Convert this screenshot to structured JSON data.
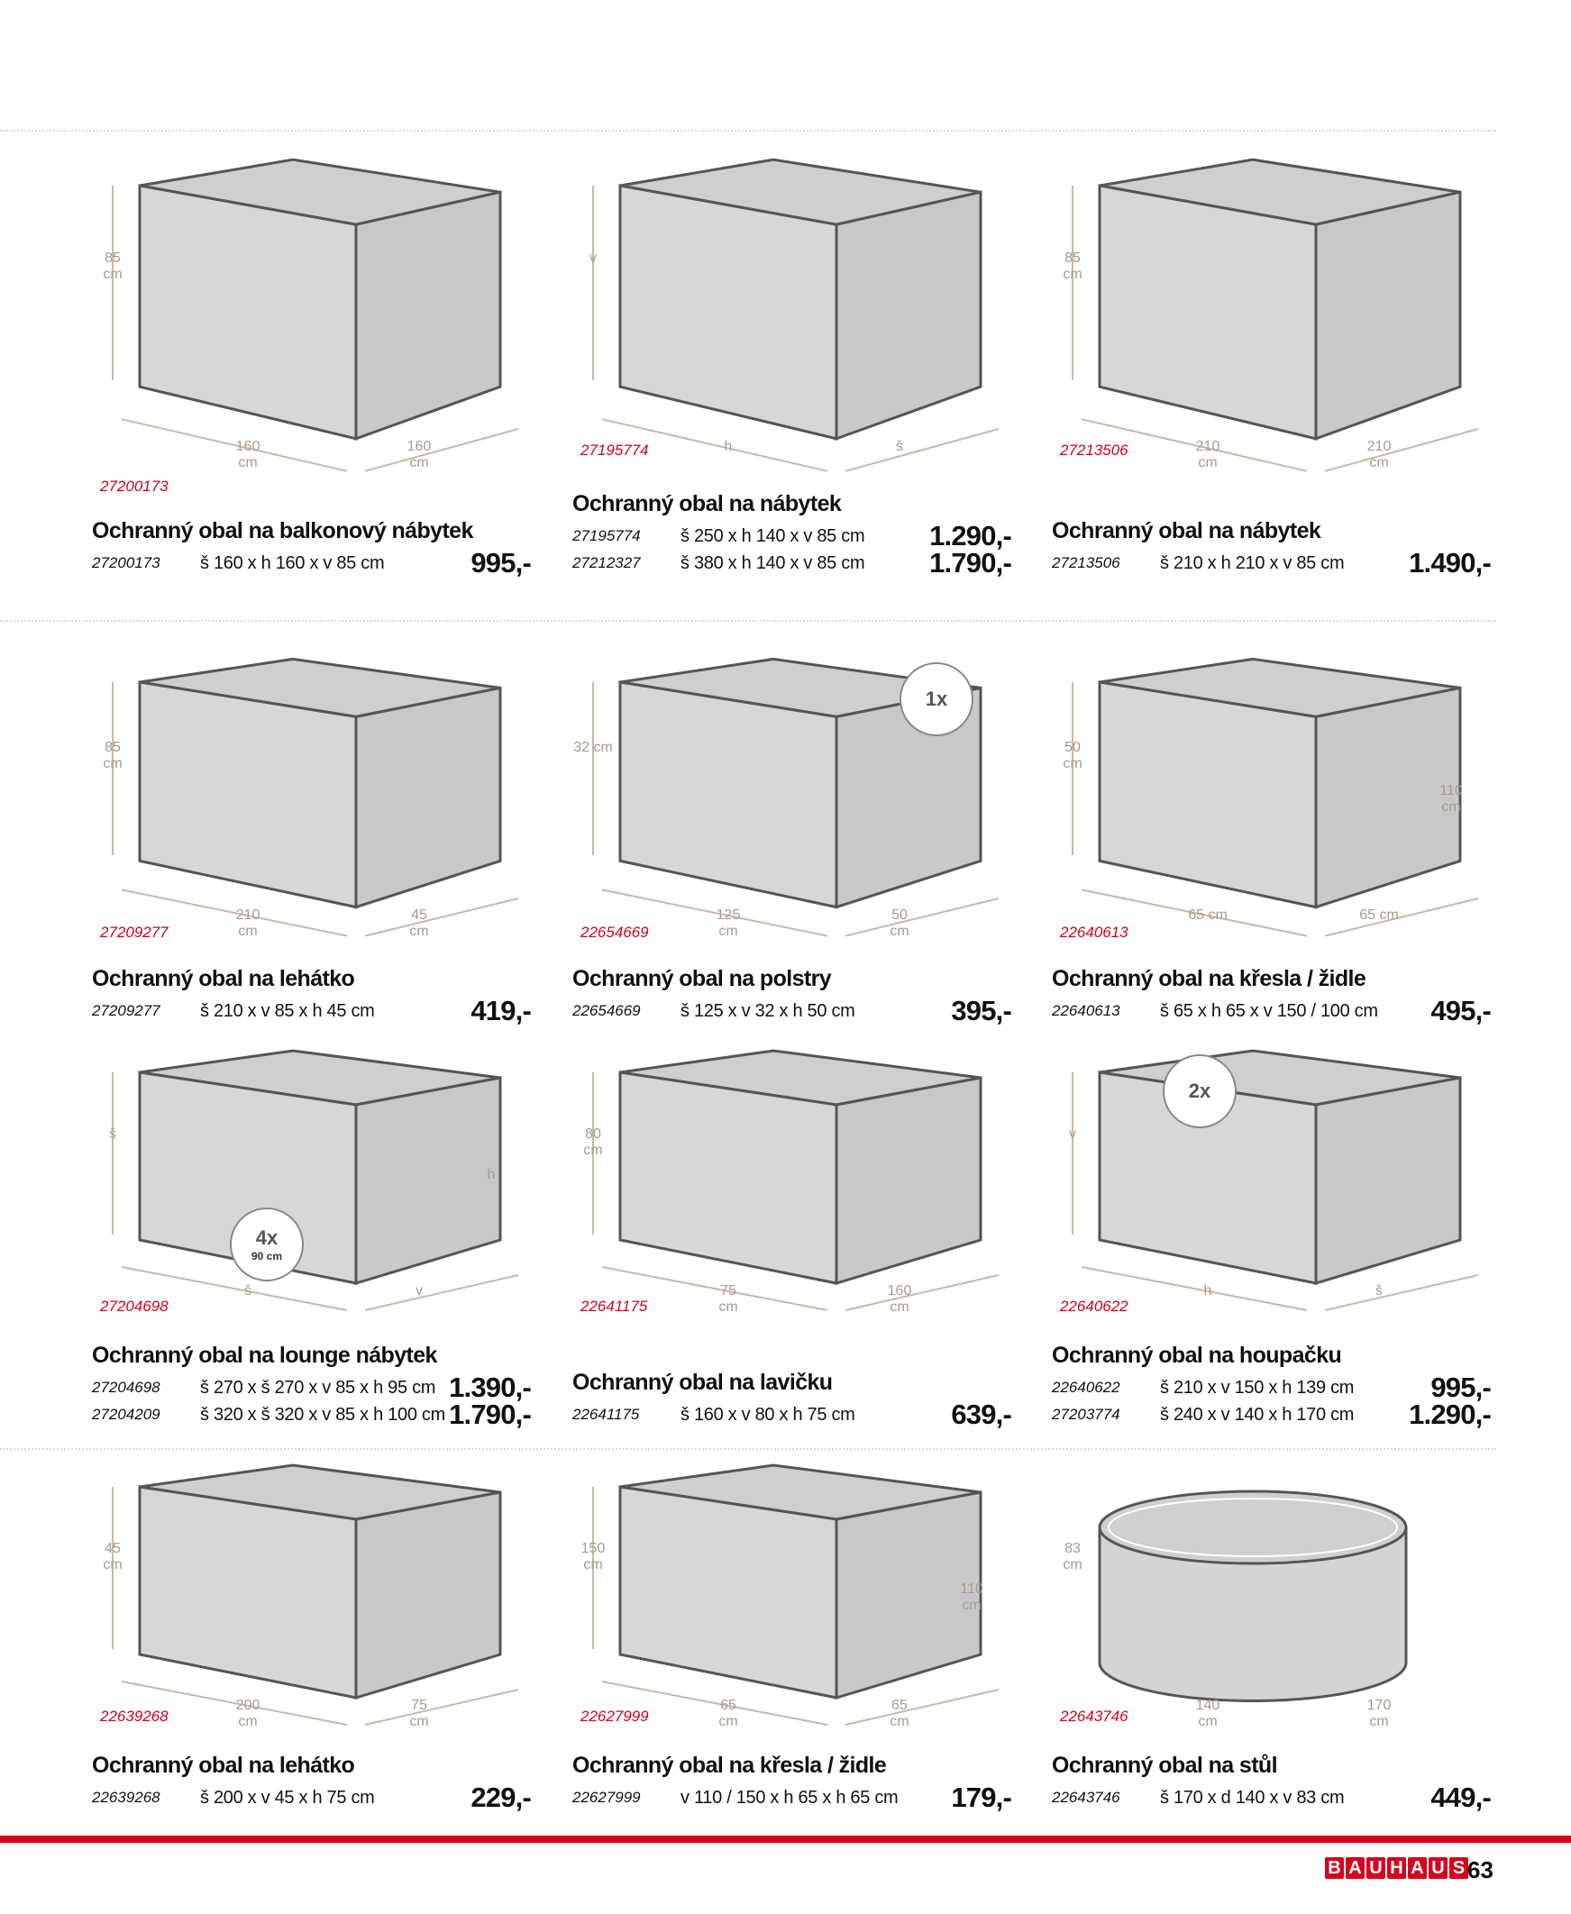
{
  "products": [
    {
      "title": "Ochranný obal na balkonový nábytek",
      "code_label": "27200173",
      "shape": "cuboid-icon",
      "dims": [
        "85\ncm",
        "160\ncm",
        "160\ncm"
      ],
      "rows": [
        {
          "code": "27200173",
          "spec": "š 160 x h 160 x v 85 cm",
          "price": "995,-"
        }
      ]
    },
    {
      "title": "Ochranný obal na nábytek",
      "code_label": "27195774",
      "shape": "cuboid-icon",
      "dims": [
        "v",
        "h",
        "š"
      ],
      "rows": [
        {
          "code": "27195774",
          "spec": "š 250 x h 140 x v 85 cm",
          "price": "1.290,-"
        },
        {
          "code": "27212327",
          "spec": "š 380 x h 140 x v 85 cm",
          "price": "1.790,-"
        }
      ]
    },
    {
      "title": "Ochranný obal na nábytek",
      "code_label": "27213506",
      "shape": "cuboid-icon",
      "dims": [
        "85\ncm",
        "210\ncm",
        "210\ncm"
      ],
      "rows": [
        {
          "code": "27213506",
          "spec": "š 210 x h 210 x v 85 cm",
          "price": "1.490,-"
        }
      ]
    },
    {
      "title": "Ochranný obal na lehátko",
      "code_label": "27209277",
      "shape": "cuboid-icon",
      "dims": [
        "85\ncm",
        "210\ncm",
        "45\ncm"
      ],
      "rows": [
        {
          "code": "27209277",
          "spec": "š 210 x v 85 x h 45 cm",
          "price": "419,-"
        }
      ]
    },
    {
      "title": "Ochranný obal na polstry",
      "code_label": "22654669",
      "shape": "cuboid-icon",
      "badge": "1x",
      "dims": [
        "32 cm",
        "125\ncm",
        "50\ncm"
      ],
      "rows": [
        {
          "code": "22654669",
          "spec": "š 125 x v 32 x h 50 cm",
          "price": "395,-"
        }
      ]
    },
    {
      "title": "Ochranný obal na křesla / židle",
      "code_label": "22640613",
      "shape": "cuboid-icon",
      "dims": [
        "50\ncm",
        "65 cm",
        "65 cm",
        "110\ncm"
      ],
      "rows": [
        {
          "code": "22640613",
          "spec": "š 65 x h 65 x v 150 / 100 cm",
          "price": "495,-"
        }
      ]
    },
    {
      "title": "Ochranný obal na lounge nábytek",
      "code_label": "27204698",
      "shape": "cuboid-icon",
      "badge": "4x",
      "badge_sub": "90 cm",
      "dims": [
        "š",
        "š",
        "v",
        "h"
      ],
      "rows": [
        {
          "code": "27204698",
          "spec": "š 270 x š 270 x v 85 x h 95 cm",
          "price": "1.390,-"
        },
        {
          "code": "27204209",
          "spec": "š 320 x š 320 x v 85 x h 100 cm",
          "price": "1.790,-"
        }
      ]
    },
    {
      "title": "Ochranný obal na lavičku",
      "code_label": "22641175",
      "shape": "cuboid-icon",
      "dims": [
        "80\ncm",
        "75\ncm",
        "160\ncm"
      ],
      "rows": [
        {
          "code": "22641175",
          "spec": "š 160 x v 80 x h 75 cm",
          "price": "639,-"
        }
      ]
    },
    {
      "title": "Ochranný obal na houpačku",
      "code_label": "22640622",
      "shape": "cuboid-icon",
      "badge": "2x",
      "dims": [
        "v",
        "h",
        "š"
      ],
      "rows": [
        {
          "code": "22640622",
          "spec": "š 210 x v 150 x h 139 cm",
          "price": "995,-"
        },
        {
          "code": "27203774",
          "spec": "š 240 x v 140 x h 170 cm",
          "price": "1.290,-"
        }
      ]
    },
    {
      "title": "Ochranný obal na lehátko",
      "code_label": "22639268",
      "shape": "cuboid-icon",
      "dims": [
        "45\ncm",
        "200\ncm",
        "75\ncm"
      ],
      "rows": [
        {
          "code": "22639268",
          "spec": "š 200 x v 45 x h 75 cm",
          "price": "229,-"
        }
      ]
    },
    {
      "title": "Ochranný obal na křesla / židle",
      "code_label": "22627999",
      "shape": "cuboid-icon",
      "dims": [
        "150\ncm",
        "65\ncm",
        "65\ncm",
        "110\ncm"
      ],
      "rows": [
        {
          "code": "22627999",
          "spec": "v 110 / 150 x h 65 x h 65 cm",
          "price": "179,-"
        }
      ]
    },
    {
      "title": "Ochranný obal na stůl",
      "code_label": "22643746",
      "shape": "cylinder-icon",
      "dims": [
        "83\ncm",
        "140\ncm",
        "170\ncm"
      ],
      "rows": [
        {
          "code": "22643746",
          "spec": "š 170 x d 140 x v 83 cm",
          "price": "449,-"
        }
      ]
    }
  ],
  "footer": {
    "logo_letters": [
      "B",
      "A",
      "U",
      "H",
      "A",
      "U",
      "S"
    ],
    "page_number": "63"
  },
  "colors": {
    "accent": "#d6001c",
    "code": "#d0021b",
    "dimension": "#a89a8c"
  }
}
